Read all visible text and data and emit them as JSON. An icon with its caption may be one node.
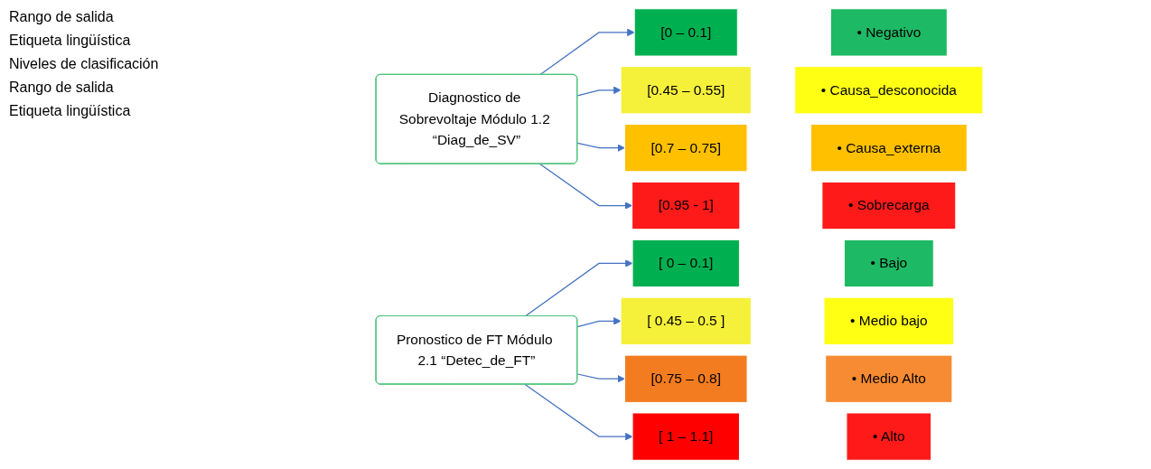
{
  "diagram": {
    "nodes": [
      {
        "text": [
          "Diagnostico de Sobrevoltaje Módulo 1.2 “Diag_de_SV”"
        ]
      },
      {
        "text": [
          "[0 – 0.1]"
        ]
      },
      {
        "text": [
          "• Negativo"
        ]
      },
      {
        "text": [
          "[0.45 – 0.55]"
        ]
      },
      {
        "text": [
          "• Causa_desconocida"
        ]
      },
      {
        "text": [
          "[0.7 – 0.75]"
        ]
      },
      {
        "text": [
          "• Causa_externa"
        ]
      },
      {
        "text": [
          "[0.95 - 1]"
        ]
      },
      {
        "text": [
          "• Sobrecarga"
        ]
      },
      {
        "text": [
          "Pronostico de FT Módulo 2.1 “Detec_de_FT”"
        ]
      },
      {
        "text": [
          "[ 0 – 0.1]"
        ]
      },
      {
        "text": [
          "• Bajo"
        ]
      },
      {
        "text": [
          "[ 0.45 – 0.5 ]"
        ]
      },
      {
        "text": [
          "• Medio bajo"
        ]
      },
      {
        "text": [
          "[0.75 – 0.8]"
        ]
      },
      {
        "text": [
          "• Medio Alto"
        ]
      },
      {
        "text": [
          "[ 1 – 1.1]"
        ]
      },
      {
        "text": [
          "• Alto"
        ]
      }
    ],
    "edges": [
      {
        "from": 0,
        "to": 1,
        "arrow": "to"
      },
      {
        "from": 0,
        "to": 3,
        "arrow": "to"
      },
      {
        "from": 0,
        "to": 5,
        "arrow": "to"
      },
      {
        "from": 0,
        "to": 7,
        "arrow": "to"
      },
      {
        "from": 9,
        "to": 10,
        "arrow": "to"
      },
      {
        "from": 9,
        "to": 12,
        "arrow": "to"
      },
      {
        "from": 9,
        "to": 14,
        "arrow": "to"
      },
      {
        "from": 9,
        "to": 16,
        "arrow": "to"
      }
    ],
    "labels": [
      "Rango de salida",
      "Etiqueta lingüística",
      "Niveles de clasificación",
      "Rango de salida",
      "Etiqueta lingüística"
    ]
  }
}
